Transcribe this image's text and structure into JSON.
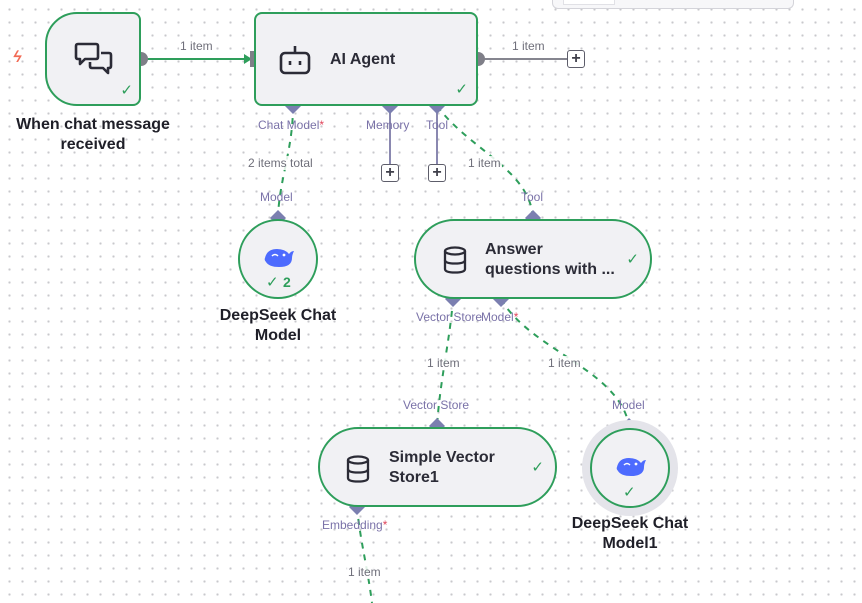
{
  "trigger_node": {
    "label": "When chat message received",
    "label_line1": "When chat message",
    "label_line2": "received",
    "icon": "chat-bubbles-icon",
    "badge_icon": "lightning-bolt-icon"
  },
  "agent_node": {
    "title": "AI Agent",
    "icon": "robot-icon",
    "ports": {
      "chat_model": "Chat Model",
      "memory": "Memory",
      "tool": "Tool",
      "required_mark": "*"
    }
  },
  "deepseek_node_1": {
    "label_line1": "DeepSeek Chat",
    "label_line2": "Model",
    "icon": "deepseek-whale-icon",
    "status_count": "2",
    "port": "Model"
  },
  "qa_node": {
    "title_line1": "Answer",
    "title_line2": "questions with ...",
    "icon": "database-icon",
    "port_in": "Tool",
    "port_vector_store": "Vector Store",
    "port_model": "Model",
    "required_mark": "*"
  },
  "vector_store_node": {
    "title_line1": "Simple Vector",
    "title_line2": "Store1",
    "icon": "database-icon",
    "port_in": "Vector Store",
    "port_embedding": "Embedding",
    "required_mark": "*"
  },
  "deepseek_node_2": {
    "label_line1": "DeepSeek Chat",
    "label_line2": "Model1",
    "icon": "deepseek-whale-icon",
    "port": "Model"
  },
  "edge_labels": {
    "trigger_to_agent": "1 item",
    "agent_out": "1 item",
    "chat_model": "2 items total",
    "tool": "1 item",
    "vector_store": "1 item",
    "model": "1 item",
    "embedding": "1 item"
  },
  "colors": {
    "success": "#2e9e5b",
    "port": "#7b7fb0",
    "required": "#e0455b",
    "trigger_badge": "#f26b55",
    "deepseek_blue": "#4d6bfe"
  }
}
